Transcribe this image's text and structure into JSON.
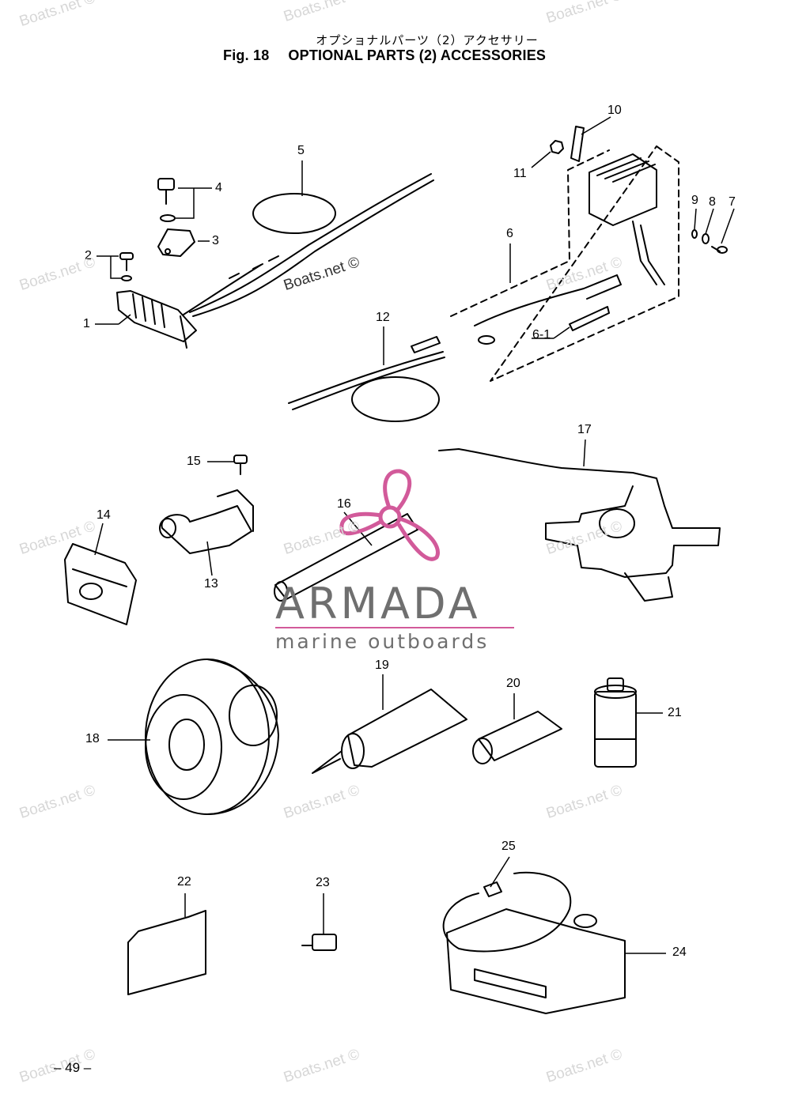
{
  "header": {
    "title_jp": "オプショナルパーツ（2）アクセサリー",
    "fig_label": "Fig. 18",
    "title_en": "OPTIONAL PARTS (2) ACCESSORIES"
  },
  "callouts": [
    "1",
    "2",
    "3",
    "4",
    "5",
    "6",
    "6-1",
    "7",
    "8",
    "9",
    "10",
    "11",
    "12",
    "13",
    "14",
    "15",
    "16",
    "17",
    "18",
    "19",
    "20",
    "21",
    "22",
    "23",
    "24",
    "25"
  ],
  "watermark": "Boats.net ©",
  "logo": {
    "name": "ARMADA",
    "tagline": "marine outboards",
    "accent_color": "#d25a9a"
  },
  "page_number": "– 49 –"
}
